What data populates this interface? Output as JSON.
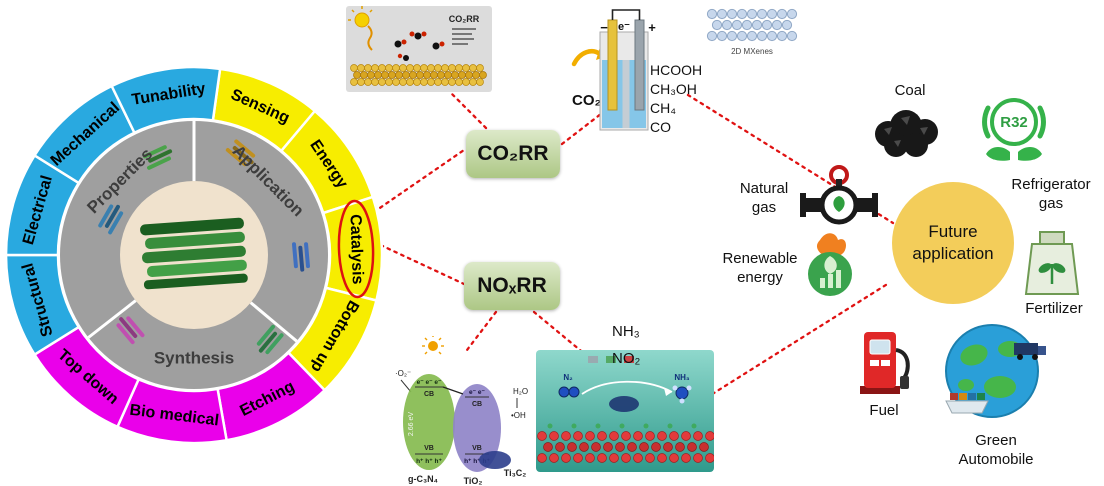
{
  "colors": {
    "segment_yellow": "#f7ed00",
    "segment_magenta": "#ea00ea",
    "segment_blue": "#29a9e0",
    "connector_red": "#e01212",
    "future_yellow": "#f3cd5a",
    "reaction_box_green": "#b8cf92"
  },
  "wheel": {
    "inner_labels": {
      "properties": "Properties",
      "application": "Application",
      "synthesis": "Synthesis"
    },
    "segments": [
      {
        "label": "Sensing"
      },
      {
        "label": "Energy"
      },
      {
        "label": "Catalysis"
      },
      {
        "label": "Bottom up"
      },
      {
        "label": "Etching"
      },
      {
        "label": "Bio medical"
      },
      {
        "label": "Top down"
      },
      {
        "label": "Structural"
      },
      {
        "label": "Electrical"
      },
      {
        "label": "Mechanical"
      },
      {
        "label": "Tunability"
      }
    ]
  },
  "reaction_boxes": {
    "co2rr": "CO₂RR",
    "noxrr": "NOₓRR"
  },
  "co2rr_panel": {
    "label": "CO₂RR"
  },
  "cell": {
    "electron": "e⁻",
    "minus": "−",
    "plus": "+",
    "co2": "CO₂",
    "mxenes": "2D MXenes",
    "products": [
      "HCOOH",
      "CH₃OH",
      "CH₄",
      "CO"
    ]
  },
  "nox_products": [
    "NH₃",
    "NO₂"
  ],
  "photocatalysis": {
    "radical_o2": "·O₂⁻",
    "electrons3": "e⁻ e⁻ e⁻",
    "electrons2": "e⁻ e⁻",
    "holes3": "h⁺ h⁺ h⁺",
    "cb": "CB",
    "vb": "VB",
    "bandgap": "2.66 eV",
    "h2o": "H₂O",
    "oh": "•OH",
    "gc3n4": "g-C₃N₄",
    "tio2": "TiO₂",
    "ti3c2": "Ti₃C₂"
  },
  "nrr_panel": {
    "n2": "N₂",
    "nh3": "NH₃"
  },
  "future_circle": {
    "line1": "Future",
    "line2": "application"
  },
  "applications": {
    "coal": "Coal",
    "r32": "R32",
    "refrigerator": "Refrigerator gas",
    "natural_gas": "Natural gas",
    "renewable": "Renewable energy",
    "fertilizer": "Fertilizer",
    "fuel": "Fuel",
    "green_automobile": "Green Automobile"
  }
}
